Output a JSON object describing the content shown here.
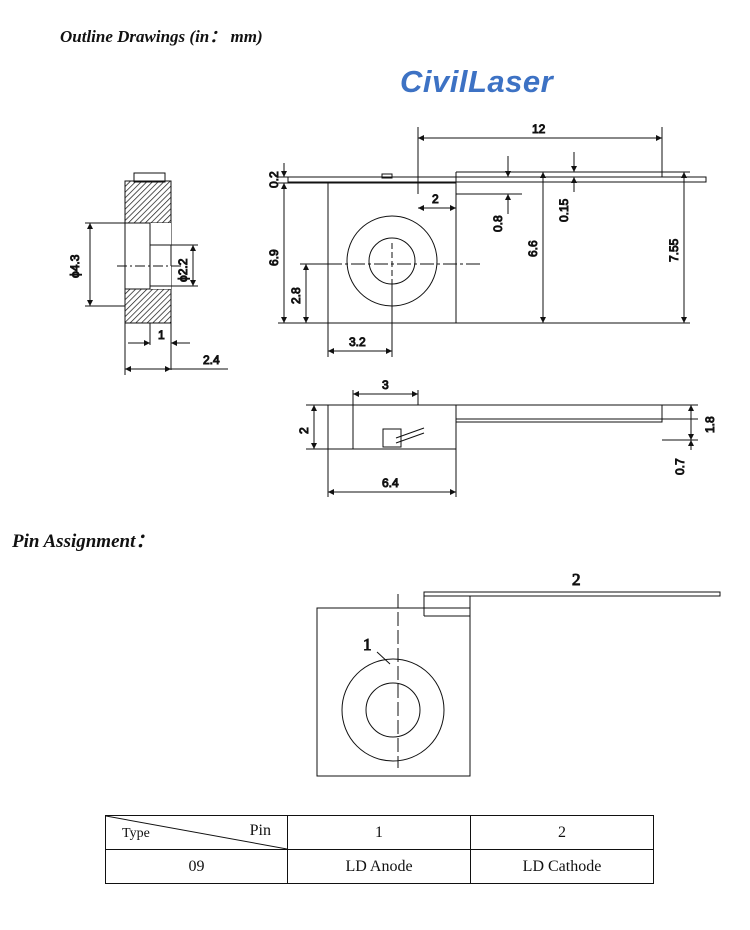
{
  "header": {
    "title": "Outline Drawings (in： mm)",
    "logo": "CivilLaser"
  },
  "outline": {
    "side_view": {
      "dia_outer": "ϕ4.3",
      "dia_inner": "ϕ2.2",
      "dim_thickness": "1",
      "dim_width": "2.4"
    },
    "front_view": {
      "dim_total_width": "12",
      "dim_lead_thickness": "0.2",
      "dim_tab": "2",
      "dim_0_8": "0.8",
      "dim_0_15": "0.15",
      "dim_height": "6.9",
      "dim_6_6": "6.6",
      "dim_7_55": "7.55",
      "dim_center_height": "2.8",
      "dim_center_width": "3.2"
    },
    "top_view": {
      "dim_3": "3",
      "dim_2": "2",
      "dim_6_4": "6.4",
      "dim_1_8": "1.8",
      "dim_0_7": "0.7"
    }
  },
  "pin_section": {
    "title": "Pin Assignment：",
    "pin1_label": "1",
    "pin2_label": "2"
  },
  "table": {
    "type_header": "Type",
    "pin_header": "Pin",
    "col1_header": "1",
    "col2_header": "2",
    "row_type": "09",
    "row_col1": "LD Anode",
    "row_col2": "LD Cathode"
  }
}
